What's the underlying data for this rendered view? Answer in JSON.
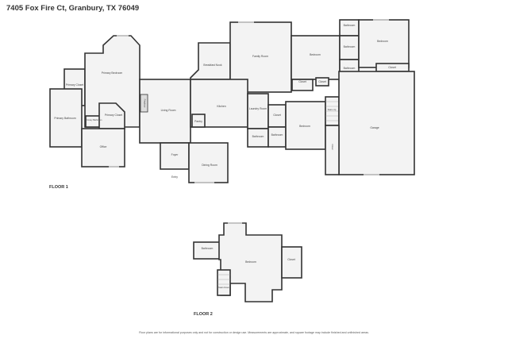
{
  "title": "7405 Fox Fire Ct, Granbury, TX 76049",
  "floors": [
    {
      "label": "FLOOR 1",
      "rooms": {
        "primary_closet": "Primary Closet",
        "primary_bedroom": "Primary Bedroom",
        "primary_bathroom": "Primary Bathroom",
        "primary_bathroom_small": "Primary Bathroom",
        "primary_closet_2": "Primary Closet",
        "office": "Office",
        "fireplace": "Fireplace",
        "living_room": "Living Room",
        "pantry": "Pantry",
        "foyer": "Foyer",
        "entry": "Entry",
        "dining_room": "Dining Room",
        "breakfast_nook": "Breakfast Nook",
        "family_room": "Family Room",
        "kitchen": "Kitchen",
        "laundry_room": "Laundry Room",
        "closet_laundry": "Closet",
        "bathroom_a": "Bathroom",
        "bathroom_b": "Bathroom",
        "bedroom_north": "Bedroom",
        "closet_north_a": "Closet",
        "closet_north_b": "Closet",
        "bathroom_c": "Bathroom",
        "bathroom_d": "Bathroom",
        "bathroom_e": "Bathroom",
        "bedroom_ne": "Bedroom",
        "closet_ne": "Closet",
        "bedroom_center": "Bedroom",
        "stairs_up": "Stairs Up",
        "closet_stairs": "Closet",
        "garage": "Garage"
      }
    },
    {
      "label": "FLOOR 2",
      "rooms": {
        "bathroom": "Bathroom",
        "bedroom": "Bedroom",
        "closet": "Closet",
        "stairs_down": "Stairs Down"
      }
    }
  ],
  "disclaimer": "Floor plans are for informational purposes only and not for construction or design use. Measurements are approximate, and square footage may include finished and unfinished areas."
}
